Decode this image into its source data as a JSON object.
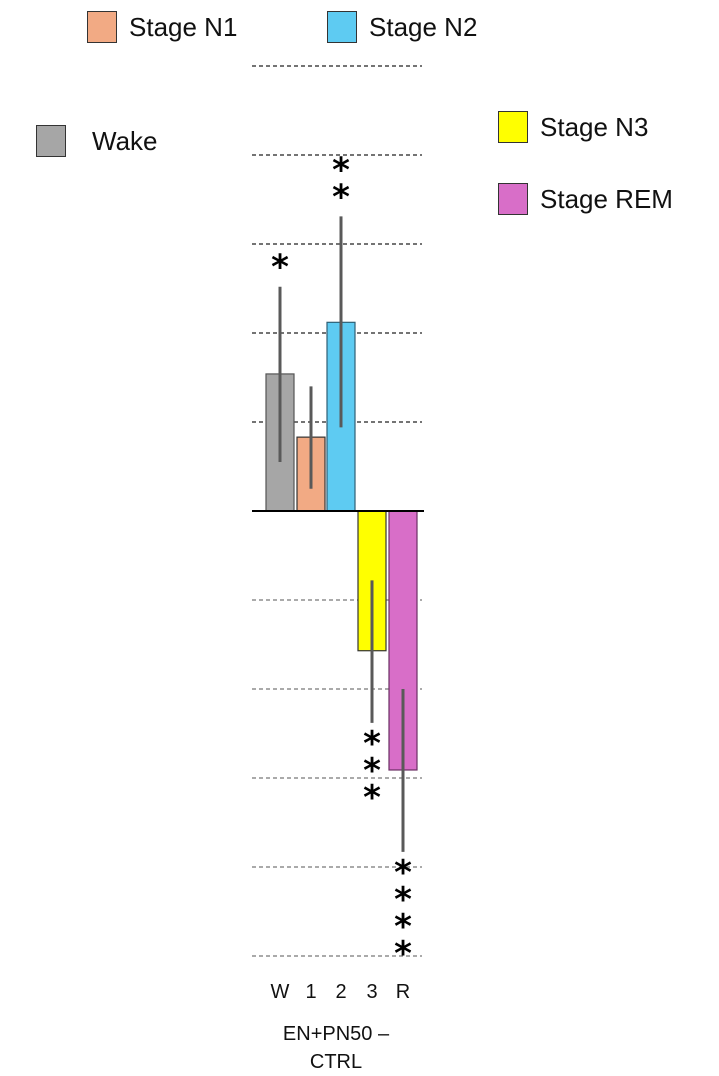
{
  "chart_data": {
    "type": "bar",
    "title": "",
    "xlabel": "EN+PN50 – CTRL",
    "xlabel_lines": [
      "EN+PN50 –",
      "CTRL"
    ],
    "ylabel": "",
    "ylim": [
      -5,
      5
    ],
    "grid": true,
    "gridlines": [
      -5,
      -4,
      -3,
      -2,
      -1,
      1,
      2,
      3,
      4,
      5
    ],
    "categories": [
      "W",
      "1",
      "2",
      "3",
      "R"
    ],
    "series": [
      {
        "name": "Wake",
        "category": "W",
        "value": 1.54,
        "err_low": 0.55,
        "err_high": 2.52,
        "color": "#a6a6a6",
        "stroke": "#555555",
        "significance": "*"
      },
      {
        "name": "Stage N1",
        "category": "1",
        "value": 0.83,
        "err_low": 0.25,
        "err_high": 1.4,
        "color": "#f2aa84",
        "stroke": "#333333",
        "significance": ""
      },
      {
        "name": "Stage N2",
        "category": "2",
        "value": 2.12,
        "err_low": 0.94,
        "err_high": 3.31,
        "color": "#5ecbf2",
        "stroke": "#2f5f74",
        "significance": "**"
      },
      {
        "name": "Stage N3",
        "category": "3",
        "value": -1.57,
        "err_low": -2.38,
        "err_high": -0.78,
        "color": "#ffff00",
        "stroke": "#333333",
        "significance": "***"
      },
      {
        "name": "Stage REM",
        "category": "R",
        "value": -2.91,
        "err_low": -3.83,
        "err_high": -2.0,
        "color": "#d86ec8",
        "stroke": "#6a2e63",
        "significance": "****"
      }
    ],
    "legend": [
      {
        "label": "Stage N1",
        "color": "#f2aa84"
      },
      {
        "label": "Stage N2",
        "color": "#5ecbf2"
      },
      {
        "label": "Wake",
        "color": "#a6a6a6"
      },
      {
        "label": "Stage N3",
        "color": "#ffff00"
      },
      {
        "label": "Stage REM",
        "color": "#d86ec8"
      }
    ],
    "legend_placement": "scattered around plot (top, left, right)"
  }
}
